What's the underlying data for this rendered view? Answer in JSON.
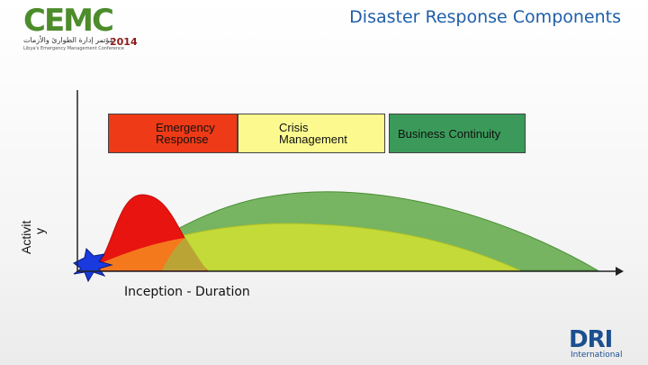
{
  "title": "Disaster Response Components",
  "logo": {
    "main": "CEMC",
    "year": "2014",
    "arabic": "مؤتمر إدارة الطوارئ والأزمات",
    "sub": "Libya's Emergency Management Conference"
  },
  "phases": [
    {
      "label_line1": "Emergency",
      "label_line2": "Response",
      "color": "#ee3a16"
    },
    {
      "label_line1": "Crisis",
      "label_line2": "Management",
      "color": "#fcfa8f"
    },
    {
      "label_line1": "Business Continuity",
      "label_line2": "",
      "color": "#3b9a5a"
    }
  ],
  "y_axis_label_line1": "Activit",
  "y_axis_label_line2": "y",
  "x_axis_label": "Inception - Duration",
  "curve_colors": {
    "emergency": "#e8140f",
    "crisis": "#c7dc36",
    "business": "#5aa641",
    "incident": "#1a3adf",
    "orange": "#f5841f"
  },
  "dri_logo": {
    "word": "DRI",
    "sub": "International"
  }
}
